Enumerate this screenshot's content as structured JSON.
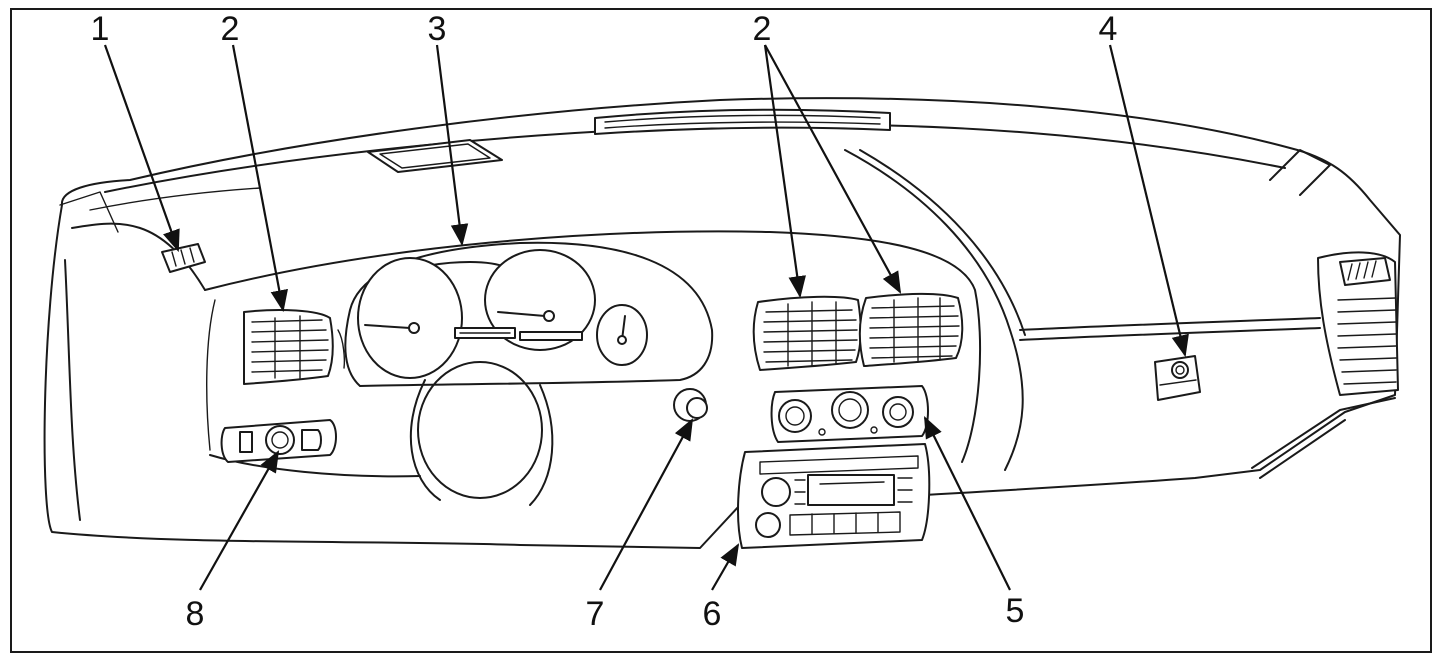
{
  "callouts": {
    "c1": "1",
    "c2_left": "2",
    "c3": "3",
    "c2_right": "2",
    "c4": "4",
    "c5": "5",
    "c6": "6",
    "c7": "7",
    "c8": "8"
  },
  "colors": {
    "line": "#1a1a1a",
    "background": "#ffffff"
  }
}
